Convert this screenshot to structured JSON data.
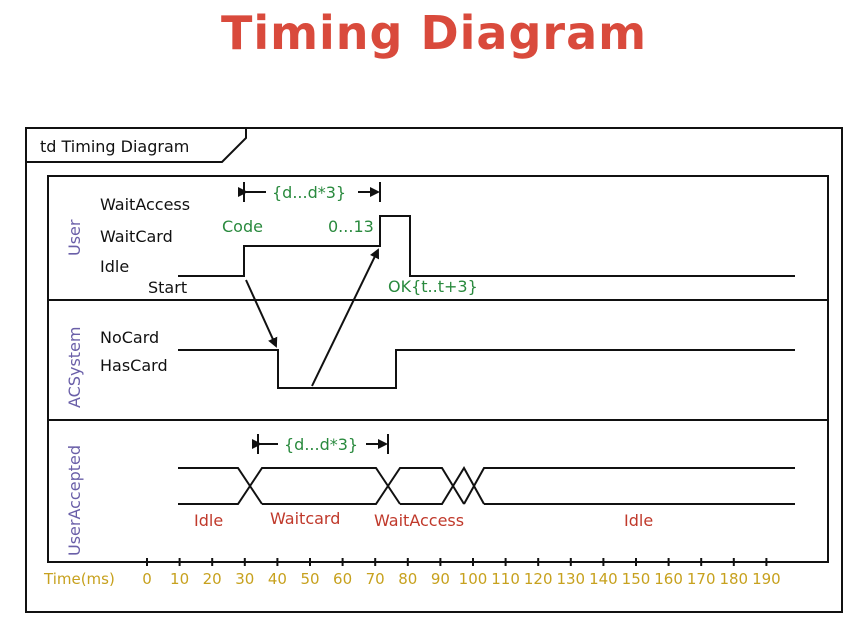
{
  "title": "Timing Diagram",
  "frame_label": "td Timing Diagram",
  "lanes": {
    "user": {
      "name": "User",
      "states": [
        "WaitAccess",
        "WaitCard",
        "Idle",
        "Start"
      ]
    },
    "acsystem": {
      "name": "ACSystem",
      "states": [
        "NoCard",
        "HasCard"
      ]
    },
    "useraccepted": {
      "name": "UserAccepted",
      "states": [
        "Idle",
        "Waitcard",
        "WaitAccess",
        "Idle"
      ]
    }
  },
  "annotations": {
    "code": "Code",
    "range": "0...13",
    "ok": "OK{t..t+3}",
    "duration_top": "{d...d*3}",
    "duration_bottom": "{d...d*3}"
  },
  "axis": {
    "label": "Time(ms)",
    "ticks": [
      "0",
      "10",
      "20",
      "30",
      "40",
      "50",
      "60",
      "70",
      "80",
      "90",
      "100",
      "110",
      "120",
      "130",
      "140",
      "150",
      "160",
      "170",
      "180",
      "190"
    ]
  },
  "colors": {
    "title": "#d94a3c",
    "annotation_green": "#2a8a3e",
    "state_red": "#c0392b",
    "lane_name": "#6a5fa8",
    "axis_tick": "#c7a11e"
  }
}
